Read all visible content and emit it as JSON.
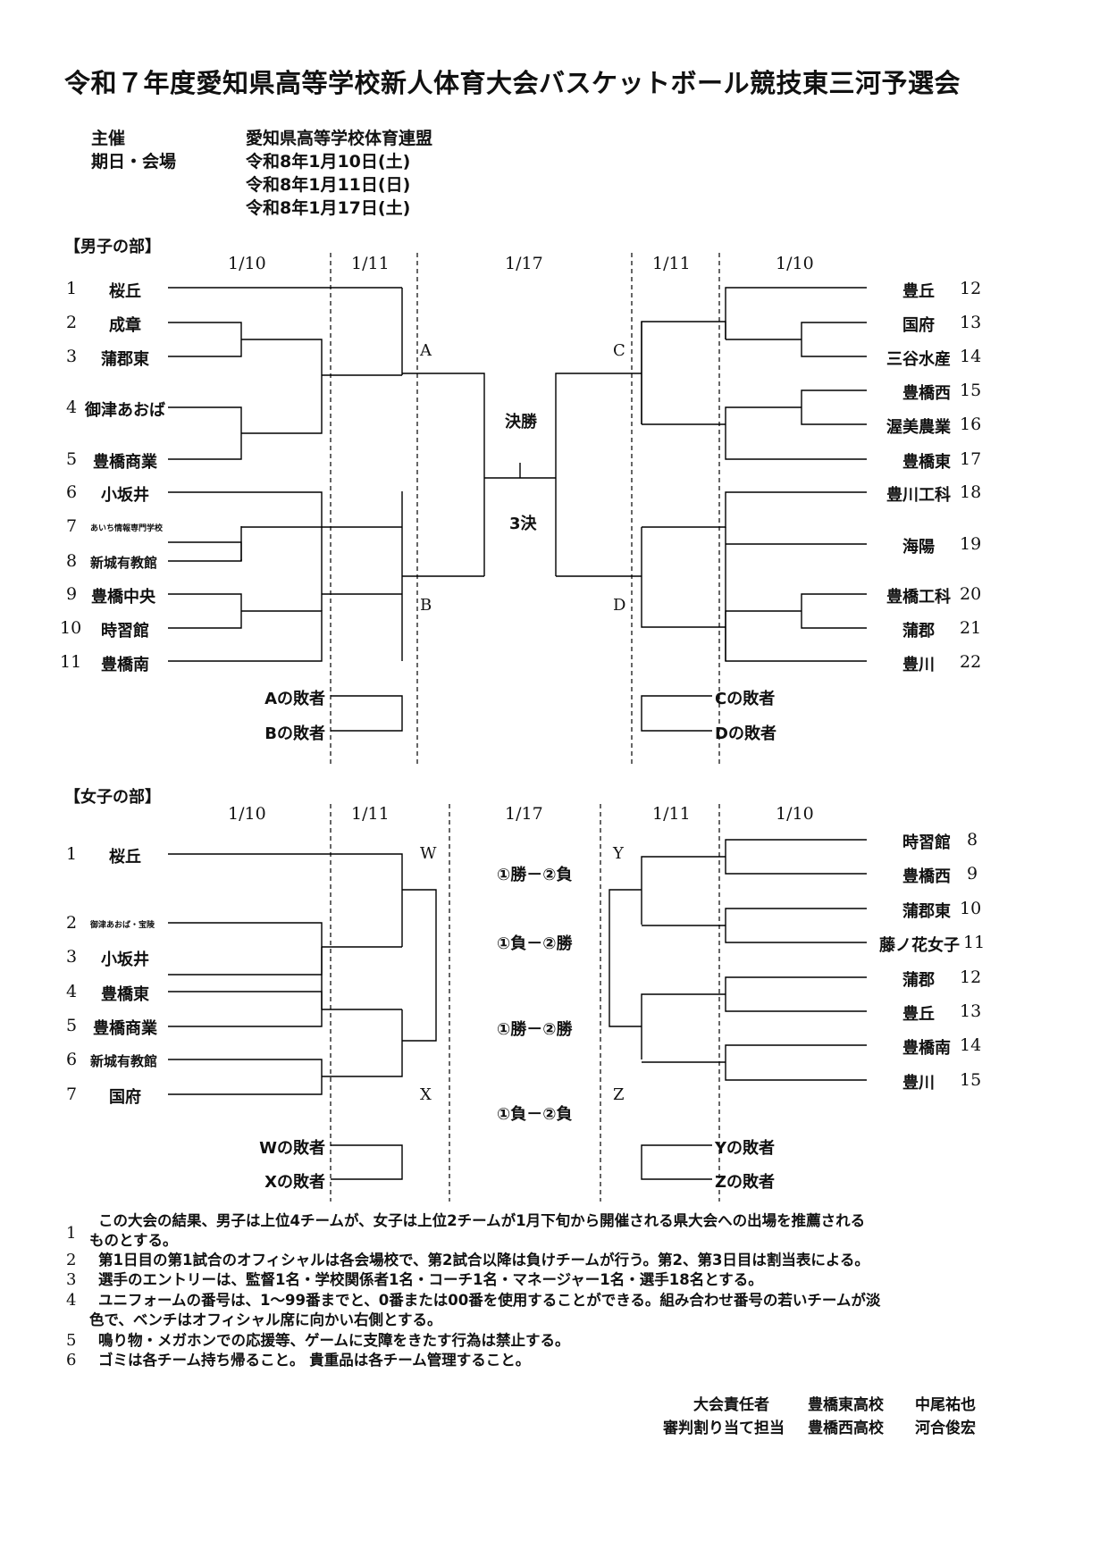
{
  "title": "令和７年度愛知県高等学校新人体育大会バスケットボール競技東三河予選会",
  "info": {
    "host_label": "主催",
    "host_value": "愛知県高等学校体育連盟",
    "date_label": "期日・会場",
    "dates": [
      "令和8年1月10日(土)",
      "令和8年1月11日(日)",
      "令和8年1月17日(土)"
    ]
  },
  "boys": {
    "section_label": "【男子の部】",
    "round_dates": [
      "1/10",
      "1/11",
      "1/17",
      "1/11",
      "1/10"
    ],
    "left_teams": [
      {
        "num": "1",
        "name": "桜丘"
      },
      {
        "num": "2",
        "name": "成章"
      },
      {
        "num": "3",
        "name": "蒲郡東"
      },
      {
        "num": "4",
        "name": "御津あおば"
      },
      {
        "num": "5",
        "name": "豊橋商業"
      },
      {
        "num": "6",
        "name": "小坂井"
      },
      {
        "num": "7",
        "name": "あいち情報専門学校"
      },
      {
        "num": "8",
        "name": "新城有教館"
      },
      {
        "num": "9",
        "name": "豊橋中央"
      },
      {
        "num": "10",
        "name": "時習館"
      },
      {
        "num": "11",
        "name": "豊橋南"
      }
    ],
    "right_teams": [
      {
        "num": "12",
        "name": "豊丘"
      },
      {
        "num": "13",
        "name": "国府"
      },
      {
        "num": "14",
        "name": "三谷水産"
      },
      {
        "num": "15",
        "name": "豊橋西"
      },
      {
        "num": "16",
        "name": "渥美農業"
      },
      {
        "num": "17",
        "name": "豊橋東"
      },
      {
        "num": "18",
        "name": "豊川工科"
      },
      {
        "num": "19",
        "name": "海陽"
      },
      {
        "num": "20",
        "name": "豊橋工科"
      },
      {
        "num": "21",
        "name": "蒲郡"
      },
      {
        "num": "22",
        "name": "豊川"
      }
    ],
    "letters": [
      "A",
      "B",
      "C",
      "D"
    ],
    "final_label": "決勝",
    "third_label": "3決",
    "losers": [
      "Aの敗者",
      "Bの敗者",
      "Cの敗者",
      "Dの敗者"
    ]
  },
  "girls": {
    "section_label": "【女子の部】",
    "round_dates": [
      "1/10",
      "1/11",
      "1/17",
      "1/11",
      "1/10"
    ],
    "left_teams": [
      {
        "num": "1",
        "name": "桜丘"
      },
      {
        "num": "2",
        "name": "御津あおば・宝陵"
      },
      {
        "num": "3",
        "name": "小坂井"
      },
      {
        "num": "4",
        "name": "豊橋東"
      },
      {
        "num": "5",
        "name": "豊橋商業"
      },
      {
        "num": "6",
        "name": "新城有教館"
      },
      {
        "num": "7",
        "name": "国府"
      }
    ],
    "right_teams": [
      {
        "num": "8",
        "name": "時習館"
      },
      {
        "num": "9",
        "name": "豊橋西"
      },
      {
        "num": "10",
        "name": "蒲郡東"
      },
      {
        "num": "11",
        "name": "藤ノ花女子"
      },
      {
        "num": "12",
        "name": "蒲郡"
      },
      {
        "num": "13",
        "name": "豊丘"
      },
      {
        "num": "14",
        "name": "豊橋南"
      },
      {
        "num": "15",
        "name": "豊川"
      }
    ],
    "letters": [
      "W",
      "X",
      "Y",
      "Z"
    ],
    "matchups": [
      "①勝－②負",
      "①負－②勝",
      "①勝－②勝",
      "①負－②負"
    ],
    "losers": [
      "Wの敗者",
      "Xの敗者",
      "Yの敗者",
      "Zの敗者"
    ]
  },
  "notes": [
    {
      "num": "1",
      "line1": "この大会の結果、男子は上位4チームが、女子は上位2チームが1月下旬から開催される県大会への出場を推薦される",
      "line2": "ものとする。"
    },
    {
      "num": "2",
      "line1": "第1日目の第1試合のオフィシャルは各会場校で、第2試合以降は負けチームが行う。第2、第3日目は割当表による。",
      "line2": ""
    },
    {
      "num": "3",
      "line1": "選手のエントリーは、監督1名・学校関係者1名・コーチ1名・マネージャー1名・選手18名とする。",
      "line2": ""
    },
    {
      "num": "4",
      "line1": "ユニフォームの番号は、1～99番までと、0番または00番を使用することができる。組み合わせ番号の若いチームが淡",
      "line2": "色で、ベンチはオフィシャル席に向かい右側とする。"
    },
    {
      "num": "5",
      "line1": "鳴り物・メガホンでの応援等、ゲームに支障をきたす行為は禁止する。",
      "line2": ""
    },
    {
      "num": "6",
      "line1": "ゴミは各チーム持ち帰ること。 貴重品は各チーム管理すること。",
      "line2": ""
    }
  ],
  "signatures": [
    {
      "role": "大会責任者",
      "school": "豊橋東高校",
      "person": "中尾祐也"
    },
    {
      "role": "審判割り当て担当",
      "school": "豊橋西高校",
      "person": "河合俊宏"
    }
  ]
}
